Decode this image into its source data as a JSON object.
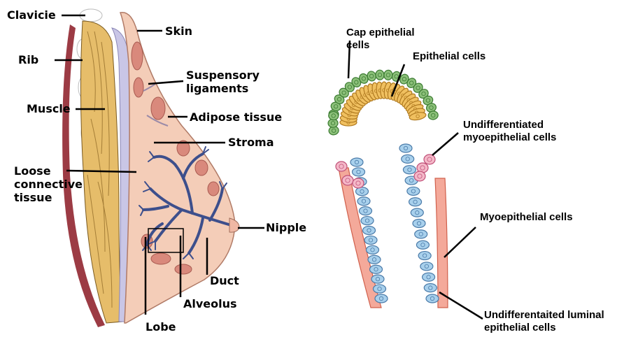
{
  "left_panel": {
    "labels": {
      "clavicle": "Clavicie",
      "rib": "Rib",
      "muscle": "Muscle",
      "loose_connective_tissue": "Loose connective tissue",
      "skin": "Skin",
      "suspensory_ligaments": "Suspensory ligaments",
      "adipose_tissue": "Adipose tissue",
      "stroma": "Stroma",
      "nipple": "Nipple",
      "duct": "Duct",
      "alveolus": "Alveolus",
      "lobe": "Lobe"
    },
    "colors": {
      "tissue": "#f2c7b0",
      "muscle": "#e8c070",
      "adipose": "#d9887a",
      "duct": "#3d4f8c",
      "rib": "#8b3a3a",
      "connective": "#c8c8e8"
    }
  },
  "right_panel": {
    "labels": {
      "cap_epithelial": "Cap epithelial cells",
      "epithelial": "Epithelial cells",
      "undiff_myo": "Undifferentiated myoepithelial cells",
      "myo": "Myoepithelial cells",
      "undiff_luminal": "Undifferentaited luminal epithelial cells"
    },
    "colors": {
      "cap_cells": "#8cc07a",
      "epithelial_cells": "#f0c060",
      "undiff_myo_cells": "#f4b8c8",
      "luminal_cells": "#a8d0ec",
      "myo_cells": "#e8806a"
    }
  }
}
